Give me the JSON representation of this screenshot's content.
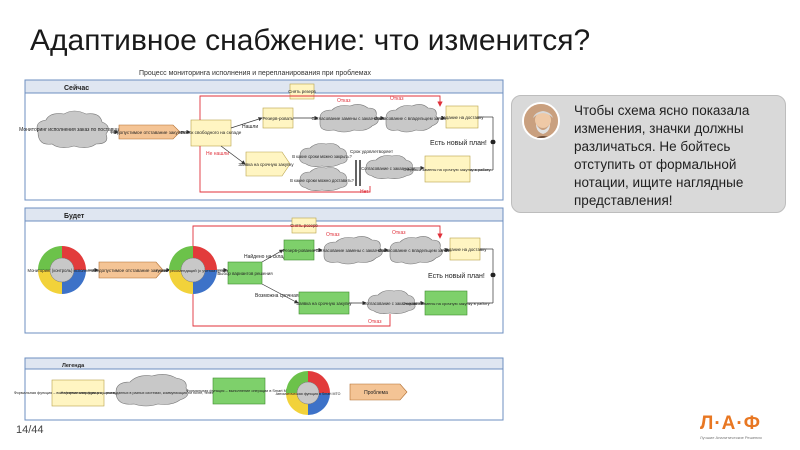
{
  "slide": {
    "title": "Адаптивное снабжение: что изменится?",
    "page": "14/44"
  },
  "diagram": {
    "caption": "Процесс мониторинга исполнения и перепланирования при проблемах",
    "now": {
      "header": "Сейчас",
      "monitor": "Мониторинг исполнения заказ по поставщикам",
      "problem": "Недопустимое отставание закупки",
      "search": "Поиск свободного на складе",
      "found": "Нашли",
      "not_found": "Не нашли",
      "reserve": "Резерв-ровать",
      "remove_reserve": "Снять резерв",
      "agree_replace": "Согласование замены с заказчиком",
      "agree_owner": "Согласование с владельцем запаса",
      "delivery_task": "Задание на доставку",
      "refusal1": "Отказ",
      "refusal2": "Отказ",
      "new_plan": "Есть новый план!",
      "urgent": "Заявка на срочную закупку",
      "when_close": "В какие сроки можно закрыть?",
      "when_deliver": "В какие сроки можно доставить?",
      "deadline_ok": "Срок удовлетворяет",
      "no": "Нет",
      "agree_deadline": "Согласование с заказчиком",
      "send_change": "Отправка замены на срочную закупку в работу"
    },
    "future": {
      "header": "Будет",
      "monitor": "Мониторинг (контроль) исполнения",
      "problem": "Недопустимое отставание закупки",
      "calc": "Расчет рекомендаций (с учетом сроков)",
      "choose": "Выбор вариантов решения",
      "found": "Найдено на складе",
      "reserve": "Резерв-рование",
      "remove_reserve": "Снять резерв",
      "refusal1": "Отказ",
      "refusal2": "Отказ",
      "refusal3": "Отказ",
      "agree_replace": "Согласование замены с заказчиком",
      "agree_owner": "Согласование с владельцем запаса",
      "delivery_task": "Задание на доставку",
      "new_plan": "Есть новый план!",
      "urgent_possible": "Возможна срочная закупка в срок",
      "urgent": "Заявка на срочную закупку",
      "agree_deadline": "Согласование с заказчиком",
      "send_change": "Отправка замены на срочную закупку в работу"
    },
    "legend": {
      "header": "Легенда",
      "formal": "Формальная функция – выполнение операции в существующей системе",
      "informal": "Неформальная функция – поиск данных в разных системах, коммуникация по почте, телефону и другим каналам",
      "formal_mto": "Формальная функция – выполнение операции в Smart MTO",
      "auto": "Автоматическая функция в Smart MTO",
      "problem": "Проблема"
    }
  },
  "callout": {
    "text": "Чтобы схема ясно показала изменения, значки должны различаться. Не бойтесь отступить от формальной нотации, ищите наглядные представления!"
  },
  "logo": {
    "text": "Л·А·Ф",
    "sub": "Лучшие Аналитические Решения"
  }
}
